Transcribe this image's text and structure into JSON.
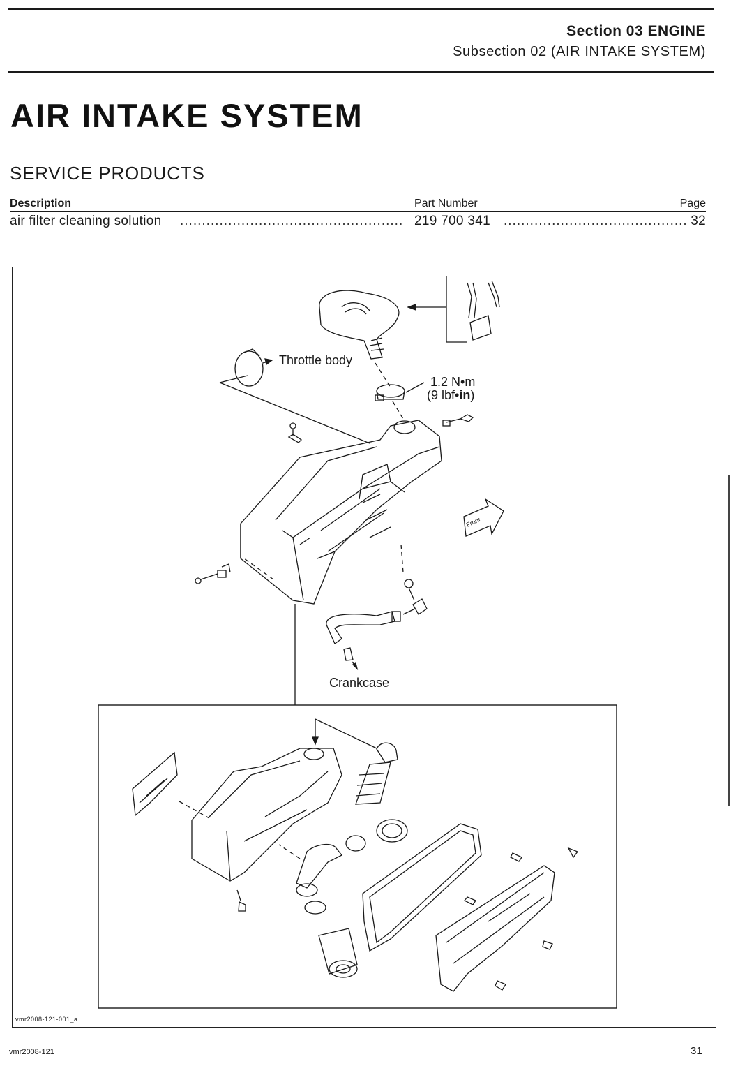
{
  "header": {
    "section": "Section 03 ENGINE",
    "subsection": "Subsection 02 (AIR INTAKE SYSTEM)"
  },
  "title": "AIR INTAKE SYSTEM",
  "service_products": {
    "heading": "SERVICE PRODUCTS",
    "columns": {
      "description": "Description",
      "part_number": "Part Number",
      "page": "Page"
    },
    "rows": [
      {
        "description": "air filter cleaning solution",
        "part_number": "219 700 341",
        "page": "32"
      }
    ]
  },
  "figure": {
    "labels": {
      "throttle_body": "Throttle body",
      "torque_line1": "1.2 N•m",
      "torque_line2_prefix": "(9 lbf•",
      "torque_line2_bold": "in",
      "torque_line2_suffix": ")",
      "crankcase": "Crankcase",
      "front": "Front"
    },
    "figure_id": "vmr2008-121-001_a"
  },
  "footer": {
    "doc_code": "vmr2008-121",
    "page_number": "31"
  }
}
